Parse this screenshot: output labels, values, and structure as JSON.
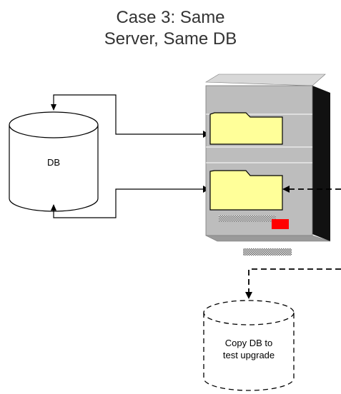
{
  "title": {
    "line1": "Case 3:  Same",
    "line2": "Server, Same DB"
  },
  "database": {
    "label": "DB"
  },
  "copy_database": {
    "label_line1": "Copy DB to",
    "label_line2": "test upgrade"
  },
  "colors": {
    "folder_fill": "#ffff99",
    "server_body": "#bdbdbd",
    "server_side": "#111111",
    "indicator": "#ff0000"
  }
}
